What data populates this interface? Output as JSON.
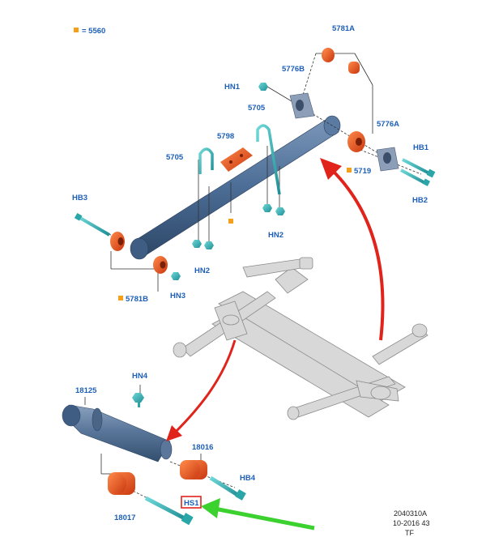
{
  "legend": {
    "text": "= 5560",
    "swatch_color": "#f5a01a"
  },
  "labels": {
    "p5781A": "5781A",
    "p5776B": "5776B",
    "hn1": "HN1",
    "p5705_top": "5705",
    "p5798": "5798",
    "p5705_left": "5705",
    "p5776A": "5776A",
    "hb1": "HB1",
    "p5719": "5719",
    "hb2": "HB2",
    "hb3": "HB3",
    "hn2_left": "HN2",
    "hn2_right": "HN2",
    "p5781B": "5781B",
    "hn3": "HN3",
    "hn4": "HN4",
    "p18125": "18125",
    "p18016": "18016",
    "hb4": "HB4",
    "hs1": "HS1",
    "p18017": "18017"
  },
  "footer": {
    "line1": "2040310A",
    "line2": "10-2016 43",
    "line3": "TF"
  },
  "colors": {
    "label_blue": "#1d5fb8",
    "part_orange": "#e8501f",
    "bolt_teal": "#3bb8b8",
    "shaft_blue": "#4c6d96",
    "arrow_red": "#e0241b",
    "arrow_green": "#3bd12f",
    "highlight_red": "#e0241b",
    "axle_grey": "#b5b5b5"
  },
  "icons": [
    "red-arrow-icon",
    "green-arrow-icon"
  ]
}
